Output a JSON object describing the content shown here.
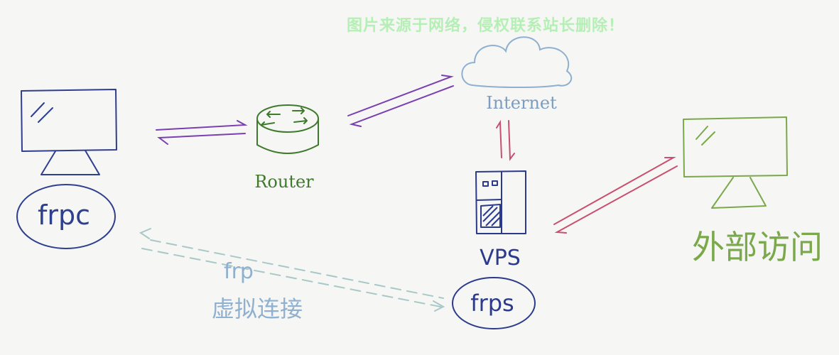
{
  "watermark": "图片来源于网络，侵权联系站长删除！",
  "labels": {
    "frpc": "frpc",
    "router": "Router",
    "internet": "Internet",
    "vps": "VPS",
    "frps": "frps",
    "external_access": "外部访问",
    "frp": "frp",
    "virtual_connection": "虚拟连接"
  },
  "colors": {
    "client": "#2f3f8f",
    "router": "#3f7a2c",
    "internet": "#8fb0d0",
    "internet_text": "#7c9cc0",
    "vps": "#2c3a8c",
    "external": "#7aa84a",
    "link_purple": "#7a3fb0",
    "link_pink": "#c8506e",
    "virtual": "#a8c8c8",
    "virtual_text": "#8fb0cf"
  }
}
